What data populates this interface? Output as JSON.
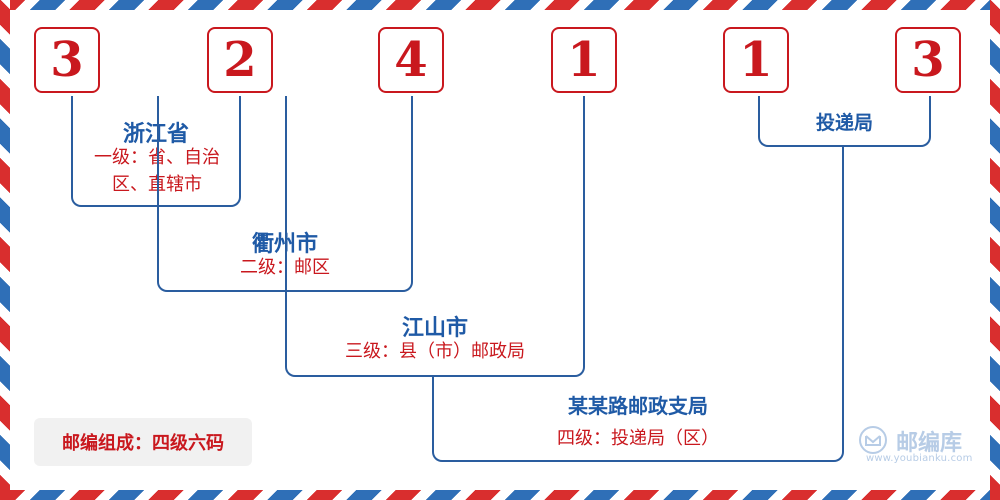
{
  "postal_code": {
    "digits": [
      "3",
      "2",
      "4",
      "1",
      "1",
      "3"
    ]
  },
  "levels": [
    {
      "name": "浙江省",
      "desc": "一级：省、自治区、直辖市"
    },
    {
      "name": "衢州市",
      "desc": "二级：邮区"
    },
    {
      "name": "江山市",
      "desc": "三级：县（市）邮政局"
    },
    {
      "name": "某某路邮政支局",
      "desc": "四级：投递局（区）"
    }
  ],
  "delivery_box": {
    "label": "投递局"
  },
  "legend": {
    "text": "邮编组成：四级六码"
  },
  "brand": {
    "name": "邮编库",
    "url": "www.youbianku.com"
  },
  "colors": {
    "red": "#c9181e",
    "blue": "#1f5aa6",
    "stripe_red": "#d92e2e",
    "stripe_blue": "#2f6fb7"
  }
}
